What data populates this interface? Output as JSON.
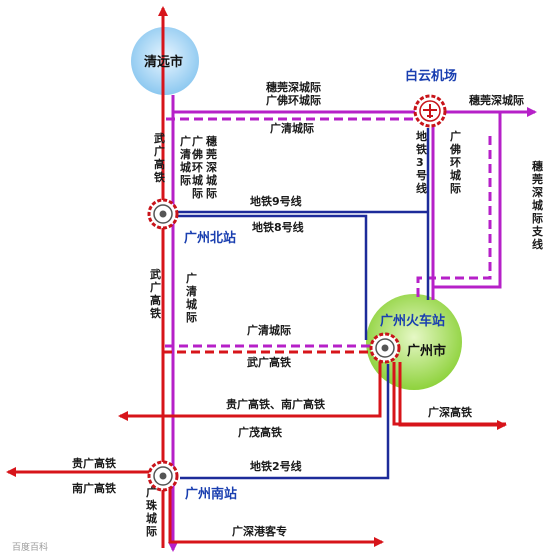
{
  "colors": {
    "red": "#d7141a",
    "magenta": "#b620c8",
    "blue": "#1d2b9a",
    "station_red": "#c8141a",
    "city_qingyuan": "#8cc8f0",
    "city_guangzhou": "#8ed23c"
  },
  "cities": {
    "qingyuan": "清远市",
    "guangzhou": "广州市"
  },
  "stations": {
    "baiyun_airport": "白云机场",
    "guangzhou_north": "广州北站",
    "guangzhou_railway": "广州火车站",
    "guangzhou_south": "广州南站"
  },
  "icons": {
    "airport": "airplane-icon",
    "railway": "railway-station-icon"
  },
  "lines": {
    "wuguang_left": "武广高铁",
    "guangfo_left": "广佛环城际",
    "suiguan_left": "穗莞深城际",
    "guangqing_upper": "广清城际",
    "suiguan_top": "穗莞深城际",
    "guangfo_top": "广佛环城际",
    "guangqing_top": "广清城际",
    "suiguan_right": "穗莞深城际",
    "metro3": "地铁3号线",
    "guangfo_right": "广佛环城际",
    "suiguan_branch": "穗莞深城际支线",
    "metro9": "地铁9号线",
    "metro8": "地铁8号线",
    "wuguang_mid": "武广高铁",
    "guangqing_lower": "广清城际",
    "guangqing_mid": "广清城际",
    "wuguang_bottom": "武广高铁",
    "guiguang_nanguang_mid": "贵广高铁、南广高铁",
    "guangmao": "广茂高铁",
    "guangshen": "广深高铁",
    "guiguang_left": "贵广高铁",
    "nanguang_left": "南广高铁",
    "metro2": "地铁2号线",
    "guangzhu": "广珠城际",
    "guangshengang": "广深港客专"
  },
  "watermark": "百度百科"
}
